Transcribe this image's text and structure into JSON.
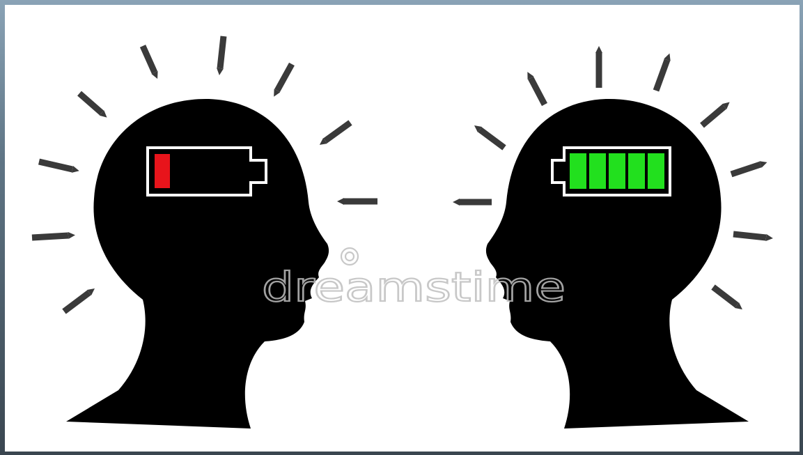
{
  "watermark": {
    "text": "dreamstime",
    "icon_name": "dreamstime-logo-icon"
  },
  "colors": {
    "silhouette": "#000000",
    "arrow": "#3a3a3a",
    "battery_outline": "#ffffff",
    "battery_low_fill": "#e8141b",
    "battery_full_fill": "#22e01e",
    "frame": "#5f7585",
    "background": "#ffffff"
  },
  "left_head": {
    "battery_level": 0.2,
    "arrows_direction": "inward"
  },
  "right_head": {
    "battery_level": 1.0,
    "arrows_direction": "outward"
  }
}
